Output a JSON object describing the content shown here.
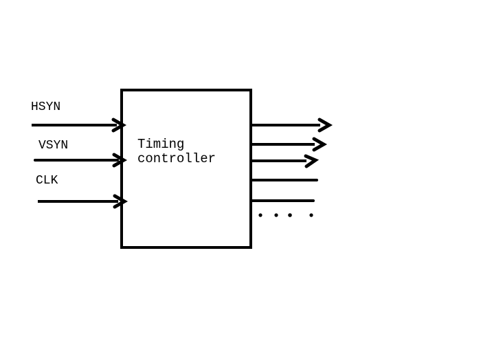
{
  "diagram": {
    "colors": {
      "ink": "#000000",
      "background": "#ffffff"
    },
    "block": {
      "label_line1": "Timing",
      "label_line2": "controller"
    },
    "inputs": [
      {
        "label": "HSYN"
      },
      {
        "label": "VSYN"
      },
      {
        "label": "CLK"
      }
    ],
    "outputs": {
      "arrow_lines": 3,
      "plain_lines": 2,
      "continuation_dots": 4
    }
  }
}
